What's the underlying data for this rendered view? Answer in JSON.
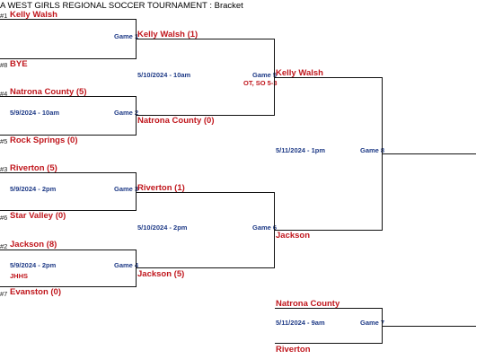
{
  "header": {
    "title": "A WEST GIRLS REGIONAL SOCCER TOURNAMENT : Bracket"
  },
  "colors": {
    "team": "#c0161c",
    "game_info": "#1f3b87",
    "line": "#111111"
  },
  "round1": {
    "s1": {
      "seed": "#1",
      "team": "Kelly Walsh"
    },
    "s8": {
      "seed": "#8",
      "team": "BYE"
    },
    "g1": {
      "game": "Game 1"
    },
    "s4": {
      "seed": "#4",
      "team": "Natrona County (5)"
    },
    "s5": {
      "seed": "#5",
      "team": "Rock Springs (0)"
    },
    "g2": {
      "game": "Game 2",
      "date": "5/9/2024 - 10am"
    },
    "s3": {
      "seed": "#3",
      "team": "Riverton (5)"
    },
    "s6": {
      "seed": "#6",
      "team": "Star Valley (0)"
    },
    "g3": {
      "game": "Game 3",
      "date": "5/9/2024 - 2pm"
    },
    "s2": {
      "seed": "#2",
      "team": "Jackson (8)"
    },
    "s7": {
      "seed": "#7",
      "team": "Evanston (0)"
    },
    "g4": {
      "game": "Game 4",
      "date": "5/9/2024 - 2pm",
      "venue": "JHHS"
    }
  },
  "round2": {
    "w1": "Kelly Walsh (1)",
    "w2": "Natrona County (0)",
    "g5": {
      "game": "Game 5",
      "date": "5/10/2024 - 10am",
      "note": "OT, SO 5-3"
    },
    "w3": "Riverton (1)",
    "w4": "Jackson (5)",
    "g6": {
      "game": "Game 6",
      "date": "5/10/2024 - 2pm"
    }
  },
  "round3": {
    "w5": "Kelly Walsh",
    "w6": "Jackson",
    "g8": {
      "game": "Game 8",
      "date": "5/11/2024 - 1pm"
    }
  },
  "consolation": {
    "t1": "Natrona County",
    "t2": "Riverton",
    "g7": {
      "game": "Game 7",
      "date": "5/11/2024 - 9am"
    }
  }
}
